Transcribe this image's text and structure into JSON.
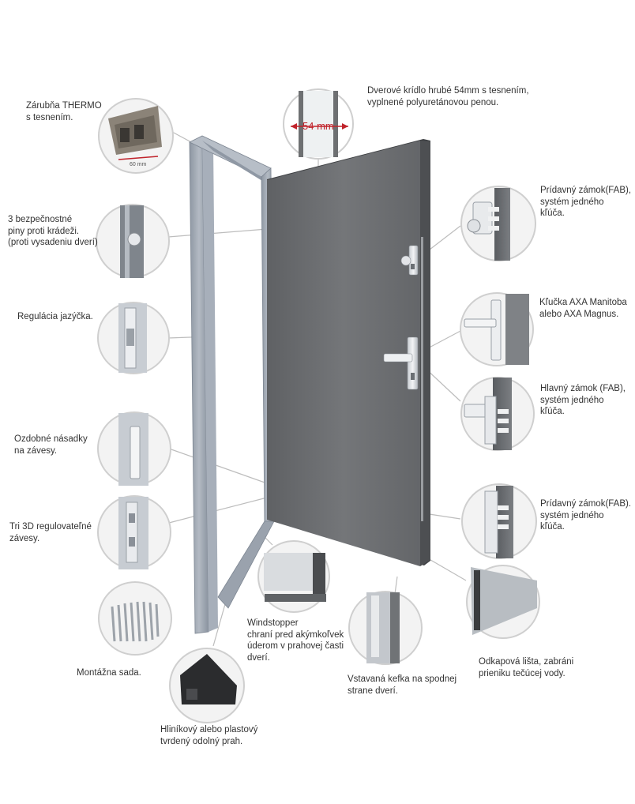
{
  "labels": {
    "zarubna": "Zárubňa THERMO\ns tesnením.",
    "zarubna_dim": "60 mm",
    "kridlo": "Dverové krídlo hrubé 54mm s tesnením,\nvyplnené polyuretánovou penou.",
    "kridlo_dim": "54 mm",
    "piny": "3 bezpečnostné\npiny proti krádeži.\n(proti vysadeniu dverí)",
    "regulacia": "Regulácia jazýčka.",
    "nasadky": "Ozdobné násadky\nna závesy.",
    "zavesy": "Tri 3D regulovateľné\nzávesy.",
    "montazna": "Montážna sada.",
    "prah": "Hliníkový alebo plastový\ntvrdený odolný  prah.",
    "windstopper": "Windstopper\nchraní pred akýmkoľvek\núderom v prahovej časti\ndverí.",
    "kefka": "Vstavaná kefka na spodnej\nstrane dverí.",
    "lista": "Odkapová lišta, zabráni\nprieniku tečúcej vody.",
    "zamok_top": "Prídavný zámok(FAB),\nsystém jedného\nkľúča.",
    "klucka": "Kľučka AXA Manitoba\nalebo AXA Magnus.",
    "hlavny": "Hlavný zámok (FAB),\nsystém jedného\nkľúča.",
    "zamok_bottom": "Prídavný zámok(FAB).\nsystém jedného\nkľúča."
  },
  "colors": {
    "door": "#6b6d70",
    "frame": "#9aa2ad",
    "circle_border": "#cfcfcf",
    "leader": "#bdbdbd",
    "accent": "#c0232b"
  }
}
